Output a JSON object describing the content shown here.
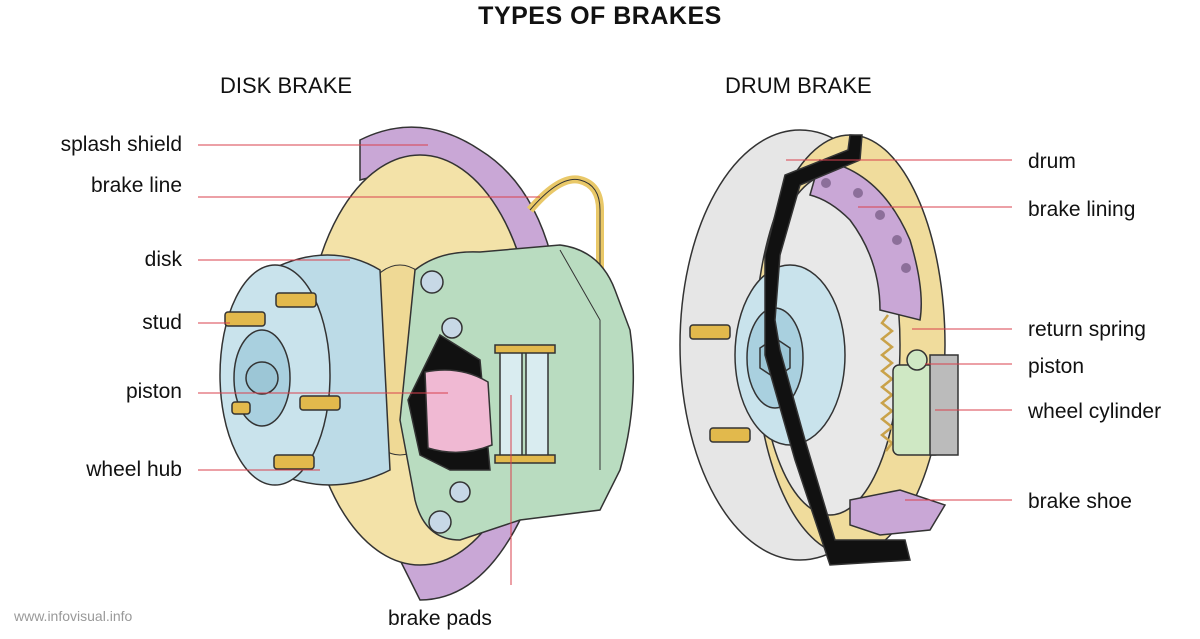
{
  "title": "TYPES OF BRAKES",
  "disk": {
    "heading": "DISK BRAKE",
    "labels": {
      "splash_shield": "splash shield",
      "brake_line": "brake line",
      "disk": "disk",
      "stud": "stud",
      "piston": "piston",
      "wheel_hub": "wheel hub",
      "brake_pads": "brake pads"
    }
  },
  "drum": {
    "heading": "DRUM BRAKE",
    "labels": {
      "drum": "drum",
      "brake_lining": "brake lining",
      "return_spring": "return spring",
      "piston": "piston",
      "wheel_cylinder": "wheel cylinder",
      "brake_shoe": "brake shoe"
    }
  },
  "watermark": "www.infovisual.info",
  "colors": {
    "leader": "#d9414e",
    "shield": "#c9a7d6",
    "disk": "#f3e2a8",
    "hub": "#bcdbe7",
    "caliper": "#b9dcc0",
    "pink": "#f0b9d3",
    "stud": "#e2b94c",
    "drum_grey": "#e6e6e6",
    "outline": "#333333"
  }
}
